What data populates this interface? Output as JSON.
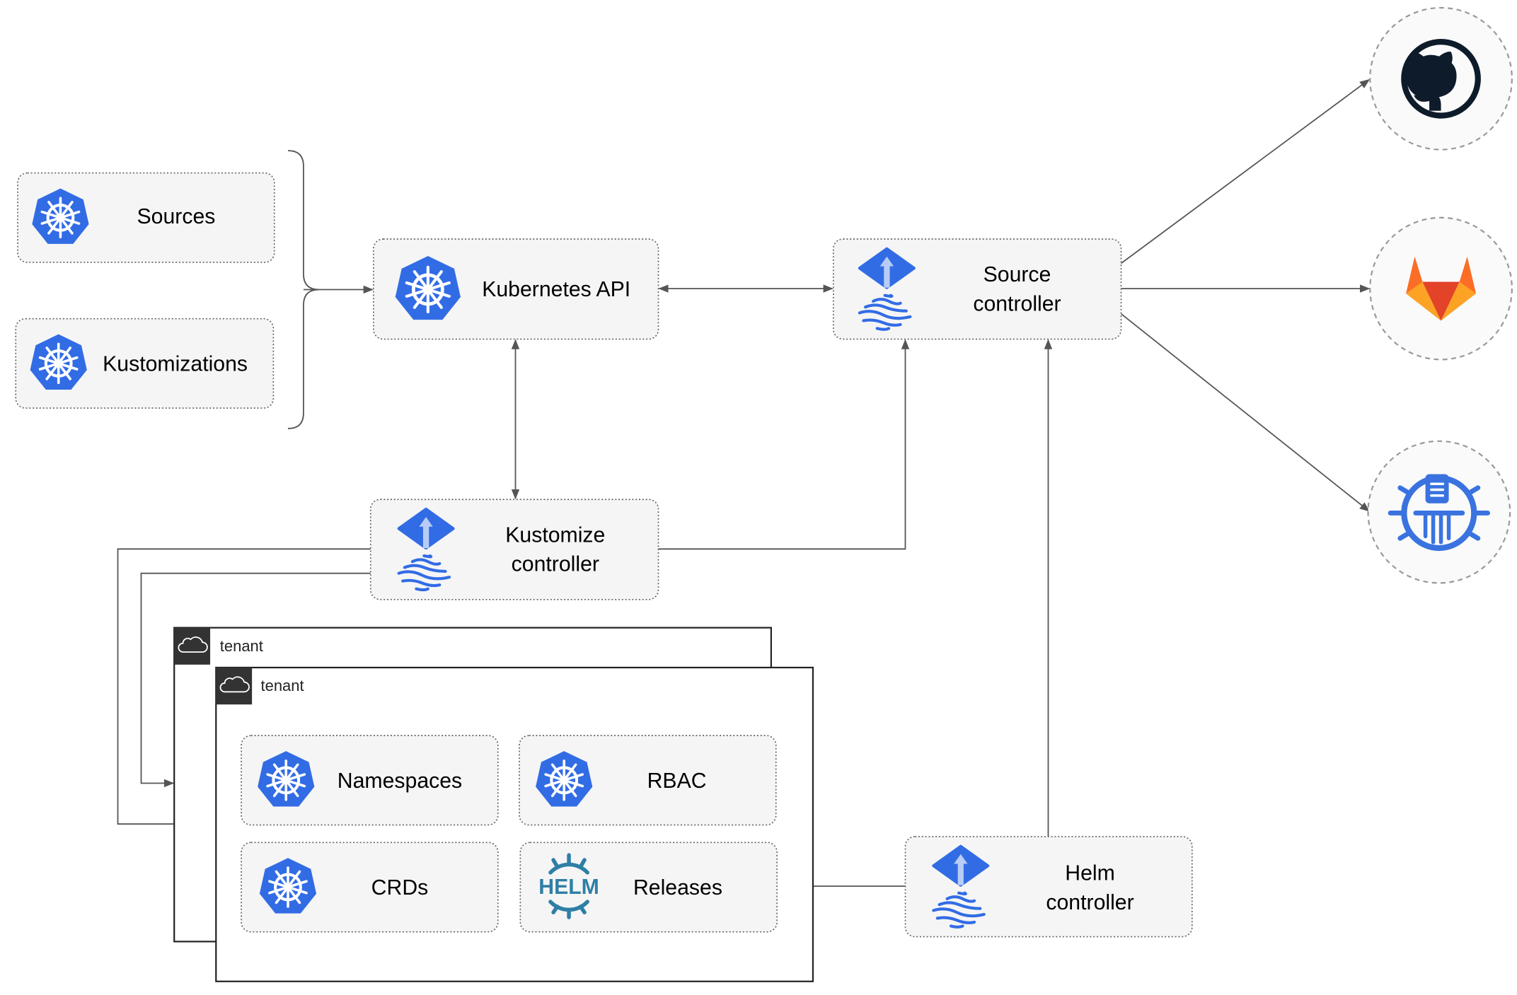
{
  "colors": {
    "k8s_blue": "#326ce5",
    "flux_blue": "#326ce5",
    "helm_blue": "#2e7fa6",
    "github_dark": "#0d1b2a",
    "gitlab_orange": "#e24329",
    "harbor_blue": "#3a73e0"
  },
  "nodes": {
    "sources": {
      "label": "Sources",
      "icon": "kubernetes-icon"
    },
    "kustomizations": {
      "label": "Kustomizations",
      "icon": "kubernetes-icon"
    },
    "kubernetes_api": {
      "label": "Kubernetes API",
      "icon": "kubernetes-icon"
    },
    "source_controller": {
      "line1": "Source",
      "line2": "controller",
      "icon": "flux-icon"
    },
    "kustomize_controller": {
      "line1": "Kustomize",
      "line2": "controller",
      "icon": "flux-icon"
    },
    "helm_controller": {
      "line1": "Helm",
      "line2": "controller",
      "icon": "flux-icon"
    },
    "namespaces": {
      "label": "Namespaces",
      "icon": "kubernetes-icon"
    },
    "rbac": {
      "label": "RBAC",
      "icon": "kubernetes-icon"
    },
    "crds": {
      "label": "CRDs",
      "icon": "kubernetes-icon"
    },
    "releases": {
      "label": "Releases",
      "icon": "helm-icon",
      "icon_text": "HELM"
    }
  },
  "tenants": [
    {
      "label": "tenant",
      "icon": "cloud-icon"
    },
    {
      "label": "tenant",
      "icon": "cloud-icon"
    }
  ],
  "external": [
    {
      "name": "github",
      "icon": "github-icon"
    },
    {
      "name": "gitlab",
      "icon": "gitlab-icon"
    },
    {
      "name": "harbor",
      "icon": "harbor-icon"
    }
  ]
}
